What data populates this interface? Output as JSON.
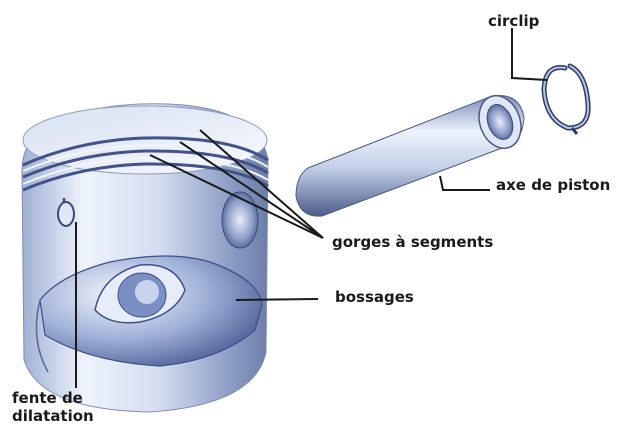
{
  "labels": {
    "circlip": "circlip",
    "axe_de_piston": "axe de piston",
    "gorges_a_segments": "gorges à segments",
    "bossages": "bossages",
    "fente_de_dilatation_line1": "fente de",
    "fente_de_dilatation_line2": "dilatation"
  },
  "colors": {
    "piston_light": "#e8eef9",
    "piston_mid": "#b8c6e0",
    "piston_dark": "#5f6f9a",
    "leader_line": "#1a1a1a"
  }
}
